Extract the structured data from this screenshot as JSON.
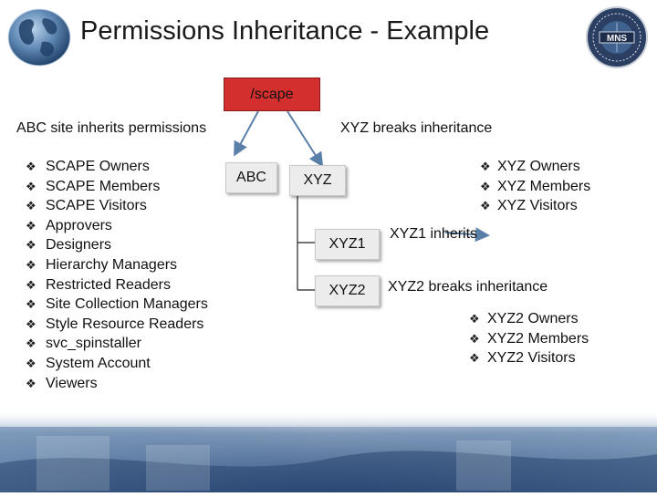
{
  "slide": {
    "title": "Permissions Inheritance - Example",
    "root_site": "/scape",
    "abc_heading": "ABC site inherits permissions",
    "xyz_heading": "XYZ breaks inheritance",
    "nodes": {
      "abc": "ABC",
      "xyz": "XYZ",
      "xyz1": "XYZ1",
      "xyz2": "XYZ2"
    },
    "abc_groups": [
      "SCAPE Owners",
      "SCAPE Members",
      "SCAPE Visitors",
      "Approvers",
      "Designers",
      "Hierarchy Managers",
      "Restricted Readers",
      "Site Collection Managers",
      "Style Resource Readers",
      "svc_spinstaller",
      "System Account",
      "Viewers"
    ],
    "xyz_groups": [
      "XYZ Owners",
      "XYZ Members",
      "XYZ Visitors"
    ],
    "xyz1_note": "XYZ1 inherits",
    "xyz2_note": "XYZ2 breaks inheritance",
    "xyz2_groups": [
      "XYZ2 Owners",
      "XYZ2 Members",
      "XYZ2 Visitors"
    ],
    "bullet_glyph": "❖",
    "logo_text": "MNS"
  },
  "colors": {
    "root_box": "#d32f2f",
    "arrow": "#5a7fa8",
    "node_fill": "#ececec",
    "footer": "#2c4a78"
  },
  "icons": [
    "globe-logo-icon",
    "agency-seal-icon",
    "bullet-icon"
  ]
}
